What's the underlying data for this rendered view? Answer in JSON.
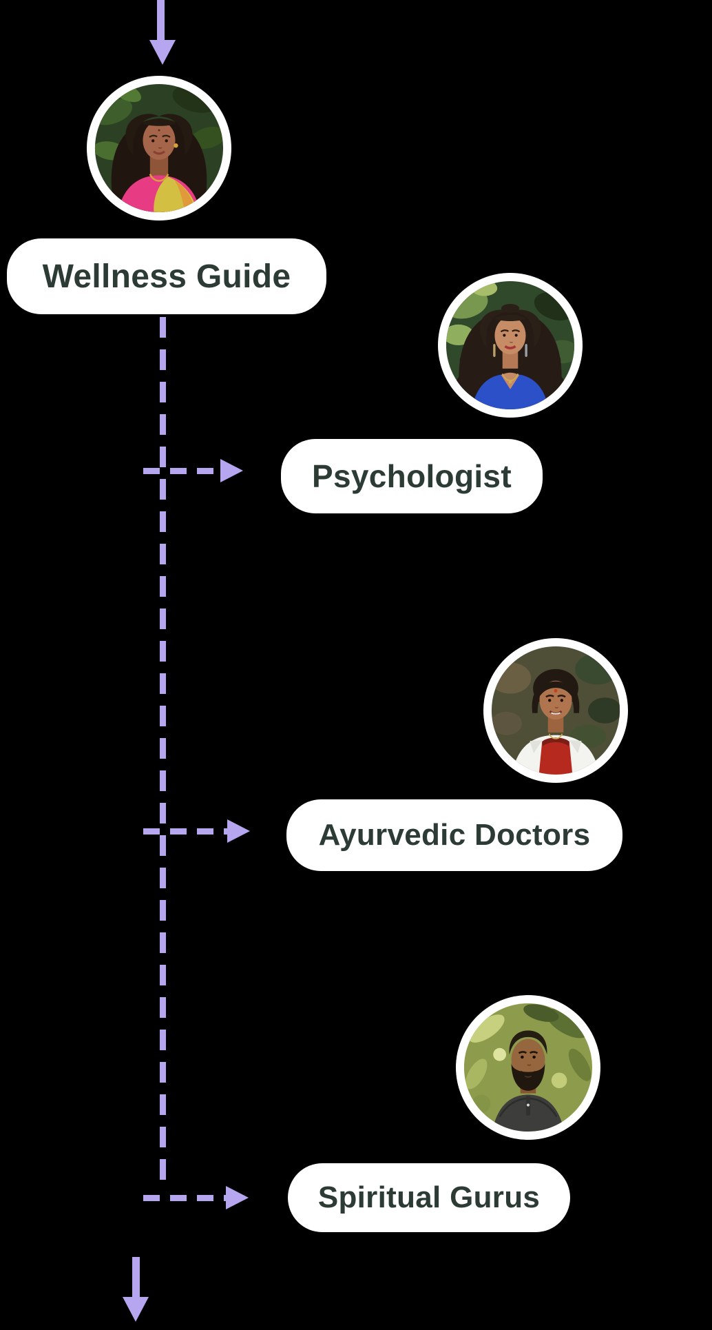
{
  "diagram": {
    "type": "flowchart",
    "background_color": "#000000",
    "connector_color": "#b6a5ef",
    "pill_background": "#ffffff",
    "label_color": "#2d3b35",
    "connector_style": "dashed",
    "icons": {
      "entry_arrow": "down-arrow-icon",
      "exit_arrow": "down-arrow-icon",
      "branch_arrowhead": "right-arrowhead-icon"
    },
    "root": {
      "label": "Wellness Guide",
      "avatar_description": "Smiling woman with long dark curly hair wearing a pink blouse and yellow-green saree in front of green leaves"
    },
    "children": [
      {
        "label": "Psychologist",
        "avatar_description": "Woman with long dark curly hair, long earrings and a blue dress in front of green foliage"
      },
      {
        "label": "Ayurvedic Doctors",
        "avatar_description": "Woman doctor with hair tied back, red bindi, white coat over a red top"
      },
      {
        "label": "Spiritual Gurus",
        "avatar_description": "Bearded man in a dark shirt in front of yellow-green palm leaves"
      }
    ]
  }
}
